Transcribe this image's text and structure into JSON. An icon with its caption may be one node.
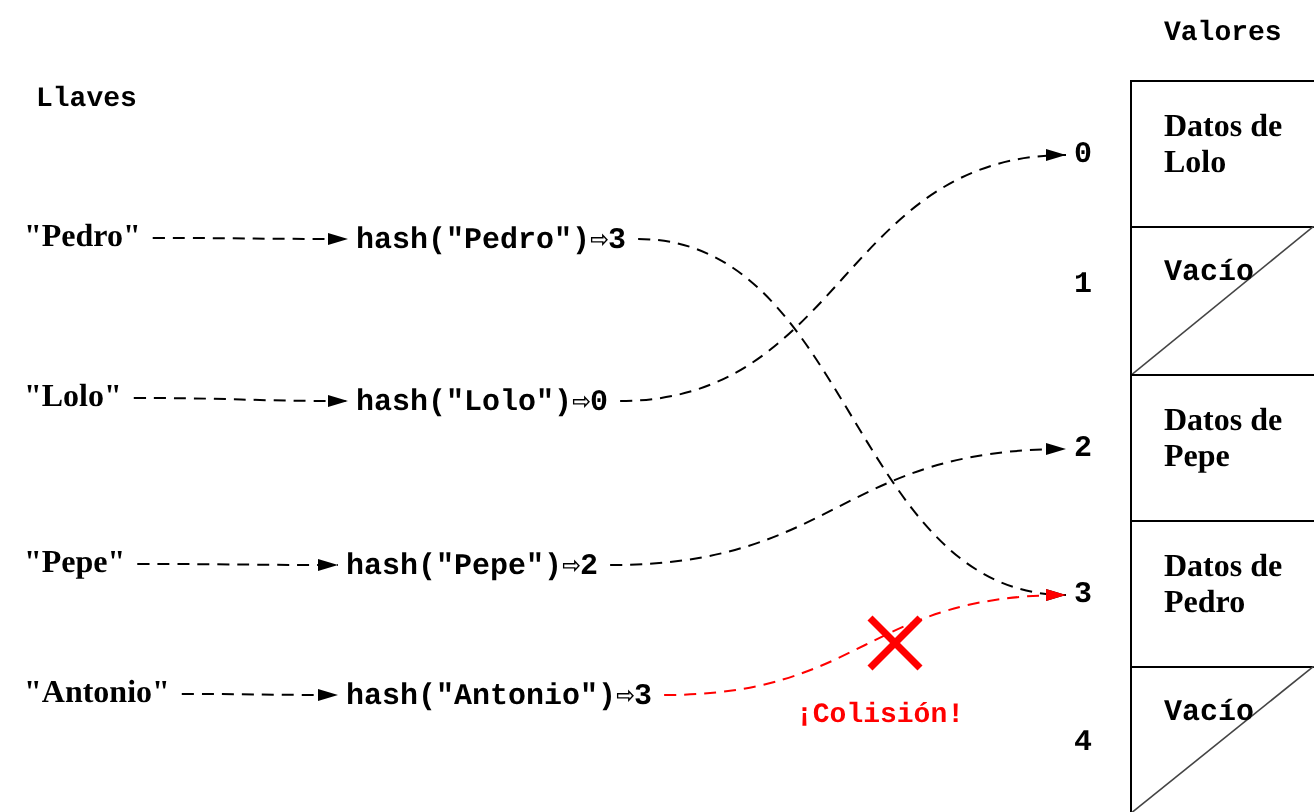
{
  "diagram": {
    "nodes": [
      {
        "text": [
          "\"Pedro\""
        ]
      },
      {
        "text": [
          "\"Lolo\""
        ]
      },
      {
        "text": [
          "\"Pepe\""
        ]
      },
      {
        "text": [
          "\"Antonio\""
        ]
      },
      {
        "text": [
          "hash(\"Pedro\")⇨3"
        ]
      },
      {
        "text": [
          "hash(\"Lolo\")⇨0"
        ]
      },
      {
        "text": [
          "hash(\"Pepe\")⇨2"
        ]
      },
      {
        "text": [
          "hash(\"Antonio\")⇨3"
        ]
      },
      {
        "text": [
          "0"
        ]
      },
      {
        "text": [
          "1"
        ]
      },
      {
        "text": [
          "2"
        ]
      },
      {
        "text": [
          "3"
        ]
      },
      {
        "text": [
          "4"
        ]
      },
      {
        "text": [
          "Datos de Lolo"
        ]
      },
      {
        "text": [
          "Vacío"
        ]
      },
      {
        "text": [
          "Datos de Pepe"
        ]
      },
      {
        "text": [
          "Datos de Pedro"
        ]
      },
      {
        "text": [
          "Vacío"
        ]
      }
    ],
    "edges": [
      {
        "from": 0,
        "to": 4,
        "arrow": "to",
        "style": "dashed"
      },
      {
        "from": 1,
        "to": 5,
        "arrow": "to",
        "style": "dashed"
      },
      {
        "from": 2,
        "to": 6,
        "arrow": "to",
        "style": "dashed"
      },
      {
        "from": 3,
        "to": 7,
        "arrow": "to",
        "style": "dashed"
      },
      {
        "from": 4,
        "to": 11,
        "arrow": "to",
        "style": "dashed"
      },
      {
        "from": 5,
        "to": 8,
        "arrow": "to",
        "style": "dashed"
      },
      {
        "from": 6,
        "to": 10,
        "arrow": "to",
        "style": "dashed"
      },
      {
        "from": 7,
        "to": 11,
        "arrow": "to",
        "style": "dashed",
        "color": "#ff0000"
      }
    ],
    "labels": [
      "Valores",
      "Llaves",
      "¡Colisión!"
    ]
  }
}
